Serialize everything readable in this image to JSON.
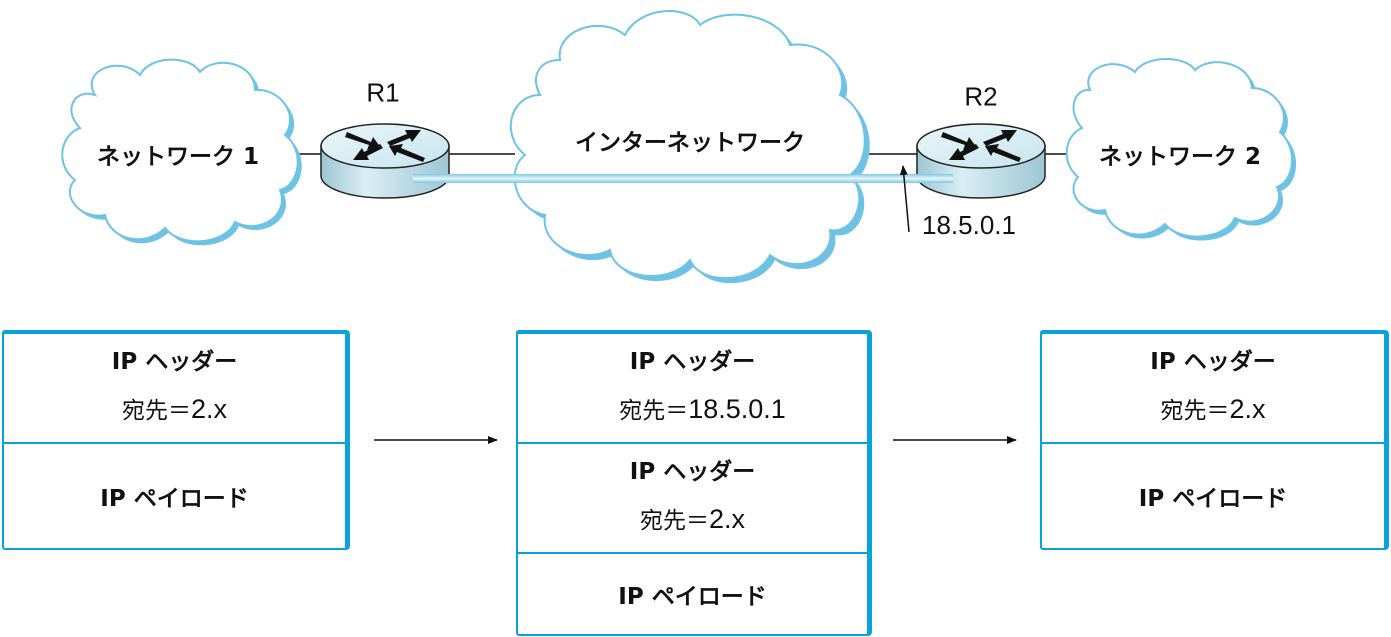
{
  "diagram": {
    "networks": [
      {
        "id": "network-1",
        "label": "ネットワーク 1"
      },
      {
        "id": "internetwork",
        "label": "インターネットワーク"
      },
      {
        "id": "network-2",
        "label": "ネットワーク 2"
      }
    ],
    "routers": [
      {
        "id": "r1",
        "label": "R1"
      },
      {
        "id": "r2",
        "label": "R2"
      }
    ],
    "tunnel_endpoint_address": "18.5.0.1",
    "colors": {
      "cloud_outline": "#6ec3e4",
      "tunnel": "#8fd0ec",
      "packet_border": "#0aa3d9",
      "router_body": "#b7dbe6"
    }
  },
  "packets": [
    {
      "segments": [
        {
          "type": "header",
          "title": "IP ヘッダー",
          "dest_label": "宛先＝",
          "dest_value": "2.x"
        },
        {
          "type": "payload",
          "label": "IP ペイロード"
        }
      ]
    },
    {
      "segments": [
        {
          "type": "header",
          "title": "IP ヘッダー",
          "dest_label": "宛先＝",
          "dest_value": "18.5.0.1"
        },
        {
          "type": "header",
          "title": "IP ヘッダー",
          "dest_label": "宛先＝",
          "dest_value": "2.x"
        },
        {
          "type": "payload",
          "label": "IP ペイロード"
        }
      ]
    },
    {
      "segments": [
        {
          "type": "header",
          "title": "IP ヘッダー",
          "dest_label": "宛先＝",
          "dest_value": "2.x"
        },
        {
          "type": "payload",
          "label": "IP ペイロード"
        }
      ]
    }
  ]
}
